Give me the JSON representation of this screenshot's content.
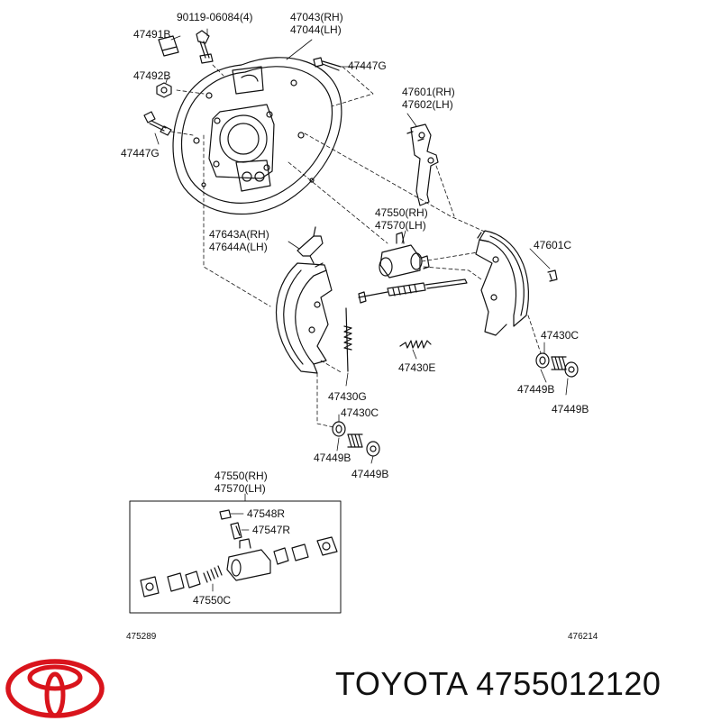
{
  "labels": {
    "bolt": "90119-06084(4)",
    "plate_rh": "47043(RH)",
    "plate_lh": "47044(LH)",
    "p47491b": "47491B",
    "p47492b": "47492B",
    "p47447g_top": "47447G",
    "p47447g_left": "47447G",
    "lever_rh": "47601(RH)",
    "lever_lh": "47602(LH)",
    "strut_rh": "47643A(RH)",
    "strut_lh": "47644A(LH)",
    "cyl_rh": "47550(RH)",
    "cyl_lh": "47570(LH)",
    "p47601c": "47601C",
    "p47430c_right": "47430C",
    "p47430e": "47430E",
    "p47449b_r1": "47449B",
    "p47449b_r2": "47449B",
    "p47430g": "47430G",
    "p47430c_left": "47430C",
    "p47449b_l1": "47449B",
    "p47449b_l2": "47449B",
    "kit_rh": "47550(RH)",
    "kit_lh": "47570(LH)",
    "p47548r": "47548R",
    "p47547r": "47547R",
    "p47550c": "47550C",
    "ref_left": "475289",
    "ref_right": "476214"
  },
  "brand": {
    "name": "TOYOTA",
    "part_number": "4755012120",
    "caption": "TOYOTA 4755012120",
    "logo_color": "#d9141c"
  }
}
